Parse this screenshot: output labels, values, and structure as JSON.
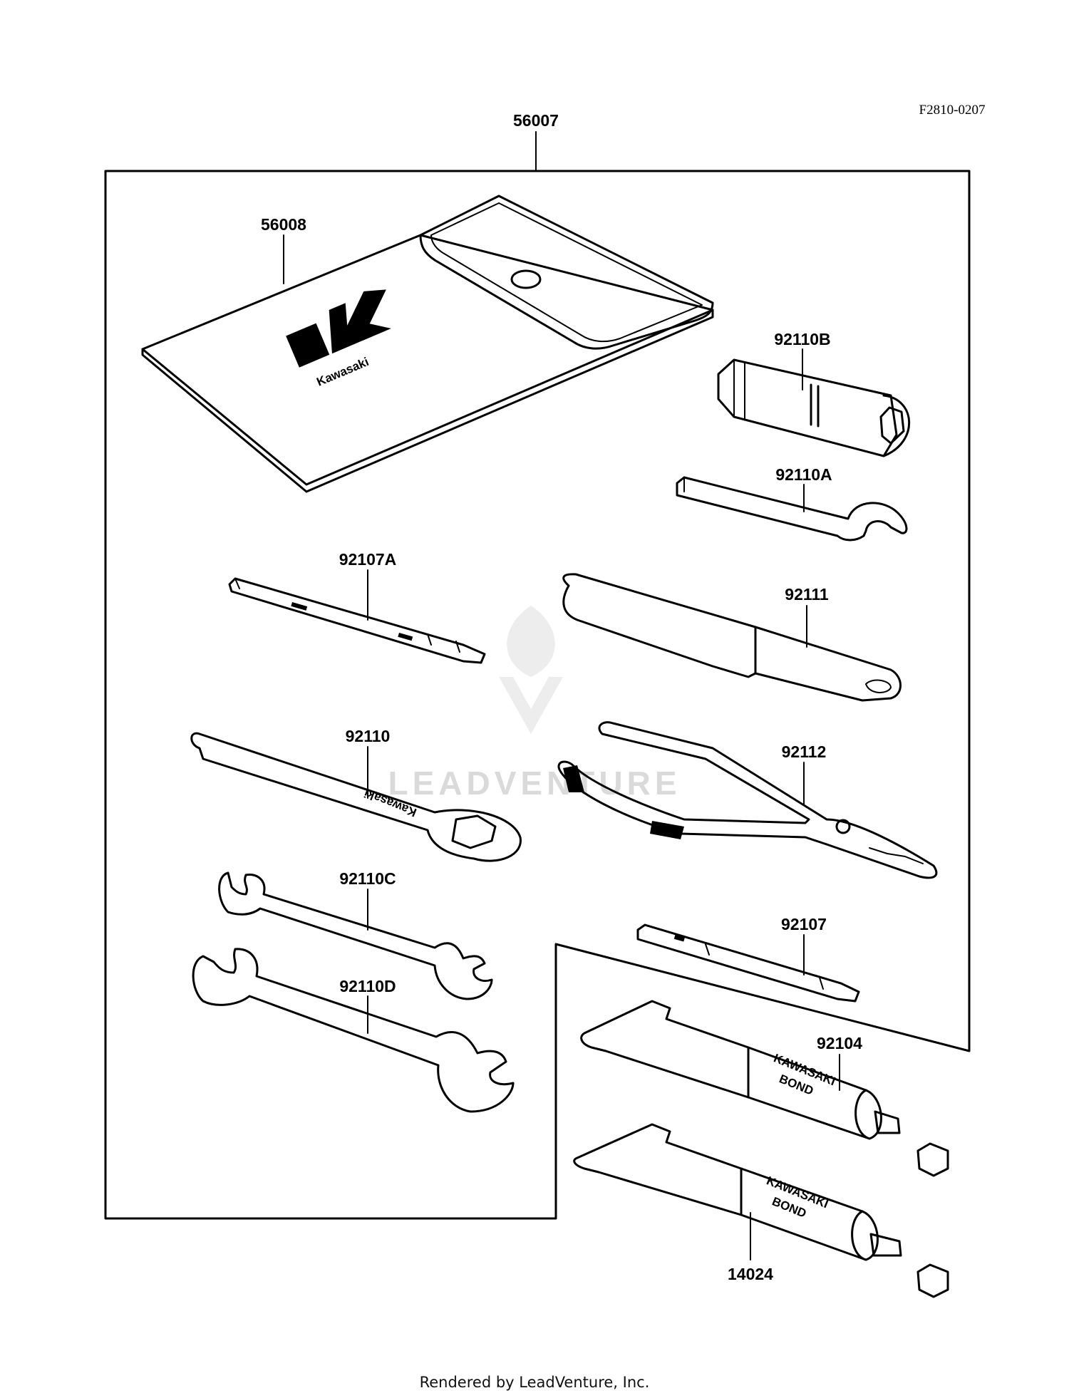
{
  "diagram_code": "F2810-0207",
  "footer_credit": "Rendered by LeadVenture, Inc.",
  "watermark_text": "LEADVENTURE",
  "colors": {
    "ink": "#000000",
    "background": "#ffffff",
    "watermark": "#bdbdbd"
  },
  "parts": [
    {
      "ref": "56007"
    },
    {
      "ref": "56008",
      "brand_text": "Kawasaki"
    },
    {
      "ref": "92110B"
    },
    {
      "ref": "92110A"
    },
    {
      "ref": "92107A"
    },
    {
      "ref": "92111"
    },
    {
      "ref": "92110",
      "stamp_text": "Kawasaki"
    },
    {
      "ref": "92112"
    },
    {
      "ref": "92110C"
    },
    {
      "ref": "92110D"
    },
    {
      "ref": "92107"
    },
    {
      "ref": "92104",
      "tube_text": [
        "KAWASAKI",
        "BOND"
      ]
    },
    {
      "ref": "14024",
      "tube_text": [
        "KAWASAKI",
        "BOND"
      ]
    }
  ]
}
